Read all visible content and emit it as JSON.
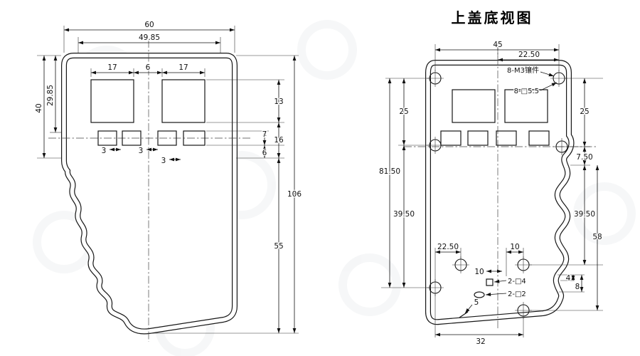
{
  "title": "上盖底视图",
  "colors": {
    "line": "#161616",
    "bg": "#ffffff"
  },
  "left_view": {
    "dims": {
      "overall_width": "60",
      "panel_width": "49.85",
      "window_left_w": "17",
      "window_gap": "6",
      "window_right_w": "17",
      "height_40": "40",
      "height_2985": "29.85",
      "win_h_13": "13",
      "h_16": "16",
      "btn_h_7": "7",
      "h_6": "6",
      "btn_3_1": "3",
      "btn_3_2": "3",
      "btn_3_3": "3",
      "overall_height": "106",
      "grip_height": "55"
    }
  },
  "right_view": {
    "dims": {
      "w_45": "45",
      "w_2250_top": "22.50",
      "note_inserts": "8-M3镶件",
      "note_square55": "8-□5.5",
      "left_25": "25",
      "left_8150": "81.50",
      "left_3950": "39.50",
      "right_25": "25",
      "right_750": "7.50",
      "right_3950": "39.50",
      "right_58": "58",
      "bot_2250": "22.50",
      "bot_10": "10",
      "mid_10": "10",
      "note_2sq4": "2-□4",
      "note_2sq2": "2-□2",
      "d4": "4",
      "d8": "8",
      "d5": "5",
      "bot_32": "32"
    }
  }
}
